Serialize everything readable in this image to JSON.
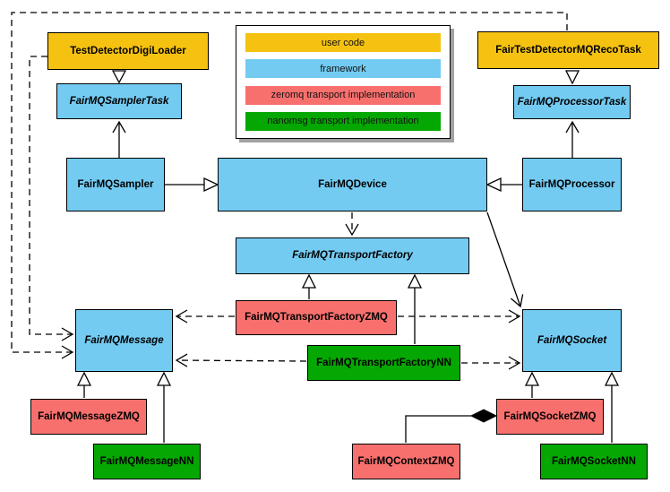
{
  "legend": {
    "items": [
      {
        "label": "user code",
        "color": "#F5C211"
      },
      {
        "label": "framework",
        "color": "#73CBF2"
      },
      {
        "label": "zeromq transport implementation",
        "color": "#F8706E"
      },
      {
        "label": "nanomsg transport implementation",
        "color": "#05A702"
      }
    ]
  },
  "nodes": {
    "digiloader": {
      "label": "TestDetectorDigiLoader",
      "category": "user code",
      "abstract": false
    },
    "recotask": {
      "label": "FairTestDetectorMQRecoTask",
      "category": "user code",
      "abstract": false
    },
    "samplertask": {
      "label": "FairMQSamplerTask",
      "category": "framework",
      "abstract": true
    },
    "processortask": {
      "label": "FairMQProcessorTask",
      "category": "framework",
      "abstract": true
    },
    "sampler": {
      "label": "FairMQSampler",
      "category": "framework",
      "abstract": false
    },
    "device": {
      "label": "FairMQDevice",
      "category": "framework",
      "abstract": false
    },
    "processor": {
      "label": "FairMQProcessor",
      "category": "framework",
      "abstract": false
    },
    "tfactory": {
      "label": "FairMQTransportFactory",
      "category": "framework",
      "abstract": true
    },
    "tfzmq": {
      "label": "FairMQTransportFactoryZMQ",
      "category": "zeromq transport implementation",
      "abstract": false
    },
    "tfnn": {
      "label": "FairMQTransportFactoryNN",
      "category": "nanomsg transport implementation",
      "abstract": false
    },
    "message": {
      "label": "FairMQMessage",
      "category": "framework",
      "abstract": true
    },
    "socket": {
      "label": "FairMQSocket",
      "category": "framework",
      "abstract": true
    },
    "msgzmq": {
      "label": "FairMQMessageZMQ",
      "category": "zeromq transport implementation",
      "abstract": false
    },
    "msgnn": {
      "label": "FairMQMessageNN",
      "category": "nanomsg transport implementation",
      "abstract": false
    },
    "sockzmq": {
      "label": "FairMQSocketZMQ",
      "category": "zeromq transport implementation",
      "abstract": false
    },
    "socknn": {
      "label": "FairMQSocketNN",
      "category": "nanomsg transport implementation",
      "abstract": false
    },
    "ctxzmq": {
      "label": "FairMQContextZMQ",
      "category": "zeromq transport implementation",
      "abstract": false
    }
  },
  "edges": [
    {
      "from": "TestDetectorDigiLoader",
      "to": "FairMQSamplerTask",
      "type": "inheritance"
    },
    {
      "from": "FairTestDetectorMQRecoTask",
      "to": "FairMQProcessorTask",
      "type": "inheritance"
    },
    {
      "from": "FairMQSampler",
      "to": "FairMQDevice",
      "type": "inheritance"
    },
    {
      "from": "FairMQProcessor",
      "to": "FairMQDevice",
      "type": "inheritance"
    },
    {
      "from": "FairMQSampler",
      "to": "FairMQSamplerTask",
      "type": "association"
    },
    {
      "from": "FairMQProcessor",
      "to": "FairMQProcessorTask",
      "type": "association"
    },
    {
      "from": "FairMQDevice",
      "to": "FairMQTransportFactory",
      "type": "dependency"
    },
    {
      "from": "FairMQDevice",
      "to": "FairMQSocket",
      "type": "association"
    },
    {
      "from": "FairMQTransportFactoryZMQ",
      "to": "FairMQTransportFactory",
      "type": "inheritance"
    },
    {
      "from": "FairMQTransportFactoryNN",
      "to": "FairMQTransportFactory",
      "type": "inheritance"
    },
    {
      "from": "FairMQTransportFactoryZMQ",
      "to": "FairMQMessage",
      "type": "dependency"
    },
    {
      "from": "FairMQTransportFactoryZMQ",
      "to": "FairMQSocket",
      "type": "dependency"
    },
    {
      "from": "FairMQTransportFactoryNN",
      "to": "FairMQMessage",
      "type": "dependency"
    },
    {
      "from": "FairMQTransportFactoryNN",
      "to": "FairMQSocket",
      "type": "dependency"
    },
    {
      "from": "TestDetectorDigiLoader",
      "to": "FairMQMessage",
      "type": "dependency"
    },
    {
      "from": "FairTestDetectorMQRecoTask",
      "to": "FairMQMessage",
      "type": "dependency"
    },
    {
      "from": "FairMQMessageZMQ",
      "to": "FairMQMessage",
      "type": "inheritance"
    },
    {
      "from": "FairMQMessageNN",
      "to": "FairMQMessage",
      "type": "inheritance"
    },
    {
      "from": "FairMQSocketZMQ",
      "to": "FairMQSocket",
      "type": "inheritance"
    },
    {
      "from": "FairMQSocketNN",
      "to": "FairMQSocket",
      "type": "inheritance"
    },
    {
      "from": "FairMQContextZMQ",
      "to": "FairMQSocketZMQ",
      "type": "aggregation"
    }
  ],
  "colors": {
    "user_code": "#F5C211",
    "framework": "#73CBF2",
    "zeromq": "#F8706E",
    "nanomsg": "#05A702",
    "line": "#000000",
    "background": "#FFFFFF"
  }
}
